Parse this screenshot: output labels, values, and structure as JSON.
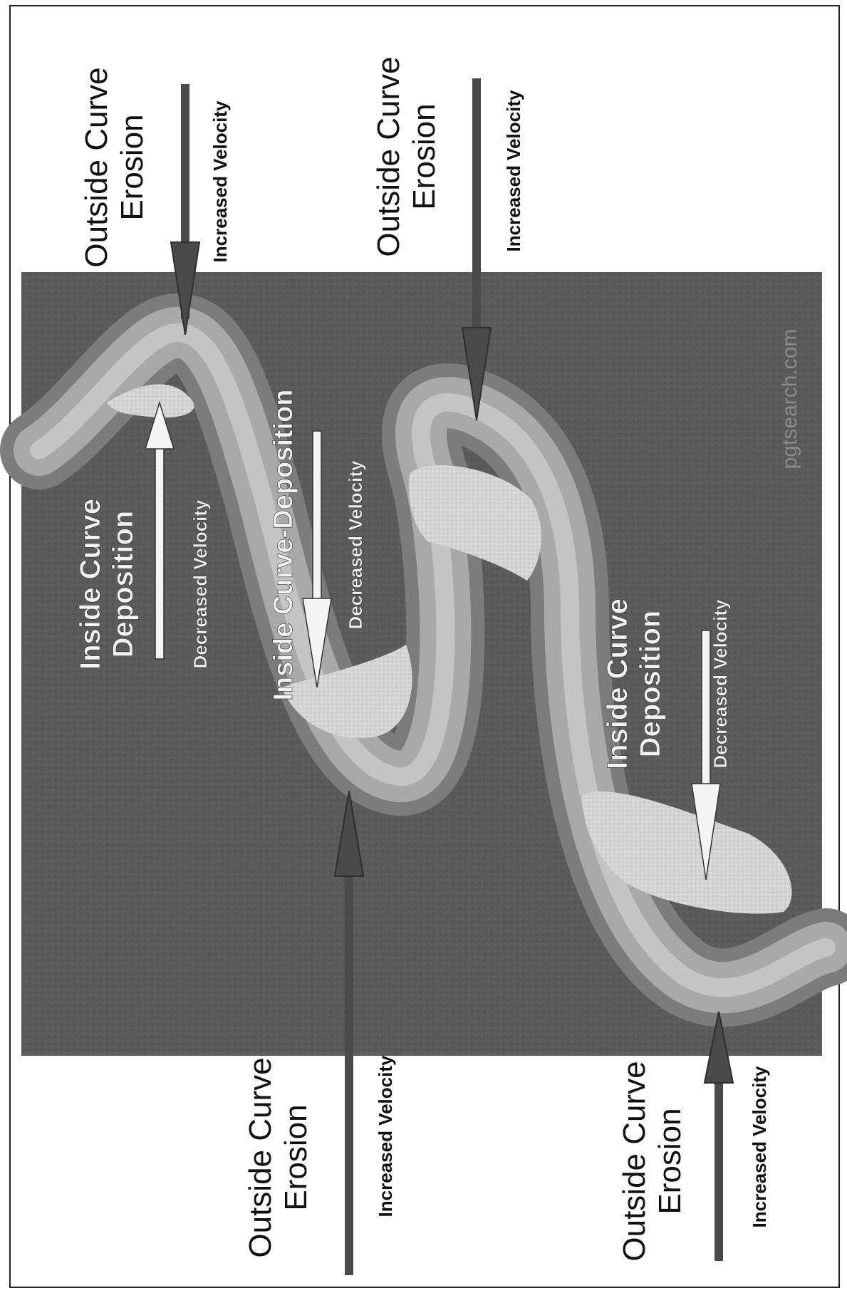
{
  "outside_labels": [
    {
      "title_line1": "Outside Curve",
      "title_line2": "Erosion",
      "sub": "Increased Velocity"
    },
    {
      "title_line1": "Outside Curve",
      "title_line2": "Erosion",
      "sub": "Increased Velocity"
    },
    {
      "title_line1": "Outside Curve",
      "title_line2": "Erosion",
      "sub": "Increased Velocity"
    },
    {
      "title_line1": "Outside Curve",
      "title_line2": "Erosion",
      "sub": "Increased Velocity"
    }
  ],
  "inside_labels": [
    {
      "title_line1": "Inside Curve",
      "title_line2": "Deposition",
      "sub": "Decreased Velocity"
    },
    {
      "title_line1": "Inside Curve-Deposition",
      "title_line2": "",
      "sub": "Decreased Velocity"
    },
    {
      "title_line1": "Inside Curve",
      "title_line2": "Deposition",
      "sub": "Decreased Velocity"
    }
  ],
  "watermark": "pgtsearch.com",
  "colors": {
    "land": "#5a5a5a",
    "river": "#a9a9a9",
    "river_edge": "#7c7c7c",
    "sand": "#d6d6d6",
    "dark_arrow": "#4a4a4a",
    "white_arrow": "#f4f4f4"
  }
}
